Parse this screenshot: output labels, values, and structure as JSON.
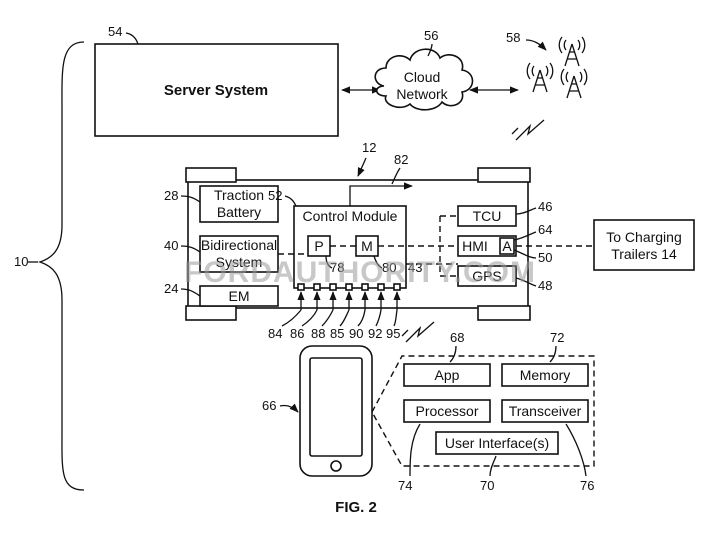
{
  "figure": {
    "caption": "FIG. 2",
    "watermark": "FORDAUTHORITY.COM"
  },
  "labels": {
    "server_system": "Server System",
    "cloud_line1": "Cloud",
    "cloud_line2": "Network",
    "traction_line1": "Traction",
    "traction_line2": "Battery",
    "bidir_line1": "Bidirectional",
    "bidir_line2": "System",
    "em": "EM",
    "control_module": "Control Module",
    "p": "P",
    "m": "M",
    "tcu": "TCU",
    "hmi": "HMI",
    "a": "A",
    "gps": "GPS",
    "charging_line1": "To Charging",
    "charging_line2": "Trailers 14",
    "app": "App",
    "memory": "Memory",
    "processor": "Processor",
    "transceiver": "Transceiver",
    "user_interface": "User Interface(s)"
  },
  "refs": {
    "r10": "10",
    "r12": "12",
    "r24": "24",
    "r28": "28",
    "r40": "40",
    "r43": "43",
    "r46": "46",
    "r48": "48",
    "r50": "50",
    "r52": "52",
    "r54": "54",
    "r56": "56",
    "r58": "58",
    "r64": "64",
    "r66": "66",
    "r68": "68",
    "r70": "70",
    "r72": "72",
    "r74": "74",
    "r76": "76",
    "r78": "78",
    "r80": "80",
    "r82": "82",
    "r84": "84",
    "r85": "85",
    "r86": "86",
    "r88": "88",
    "r90": "90",
    "r92": "92",
    "r95": "95"
  }
}
